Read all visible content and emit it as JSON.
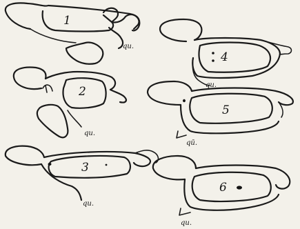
{
  "figures": [
    {
      "number": "1",
      "label": "qu."
    },
    {
      "number": "2",
      "label": "qu."
    },
    {
      "number": "3",
      "label": "qu."
    },
    {
      "number": "4",
      "label": "qu."
    },
    {
      "number": "5",
      "label": "qū."
    },
    {
      "number": "6",
      "label": "qu."
    }
  ]
}
